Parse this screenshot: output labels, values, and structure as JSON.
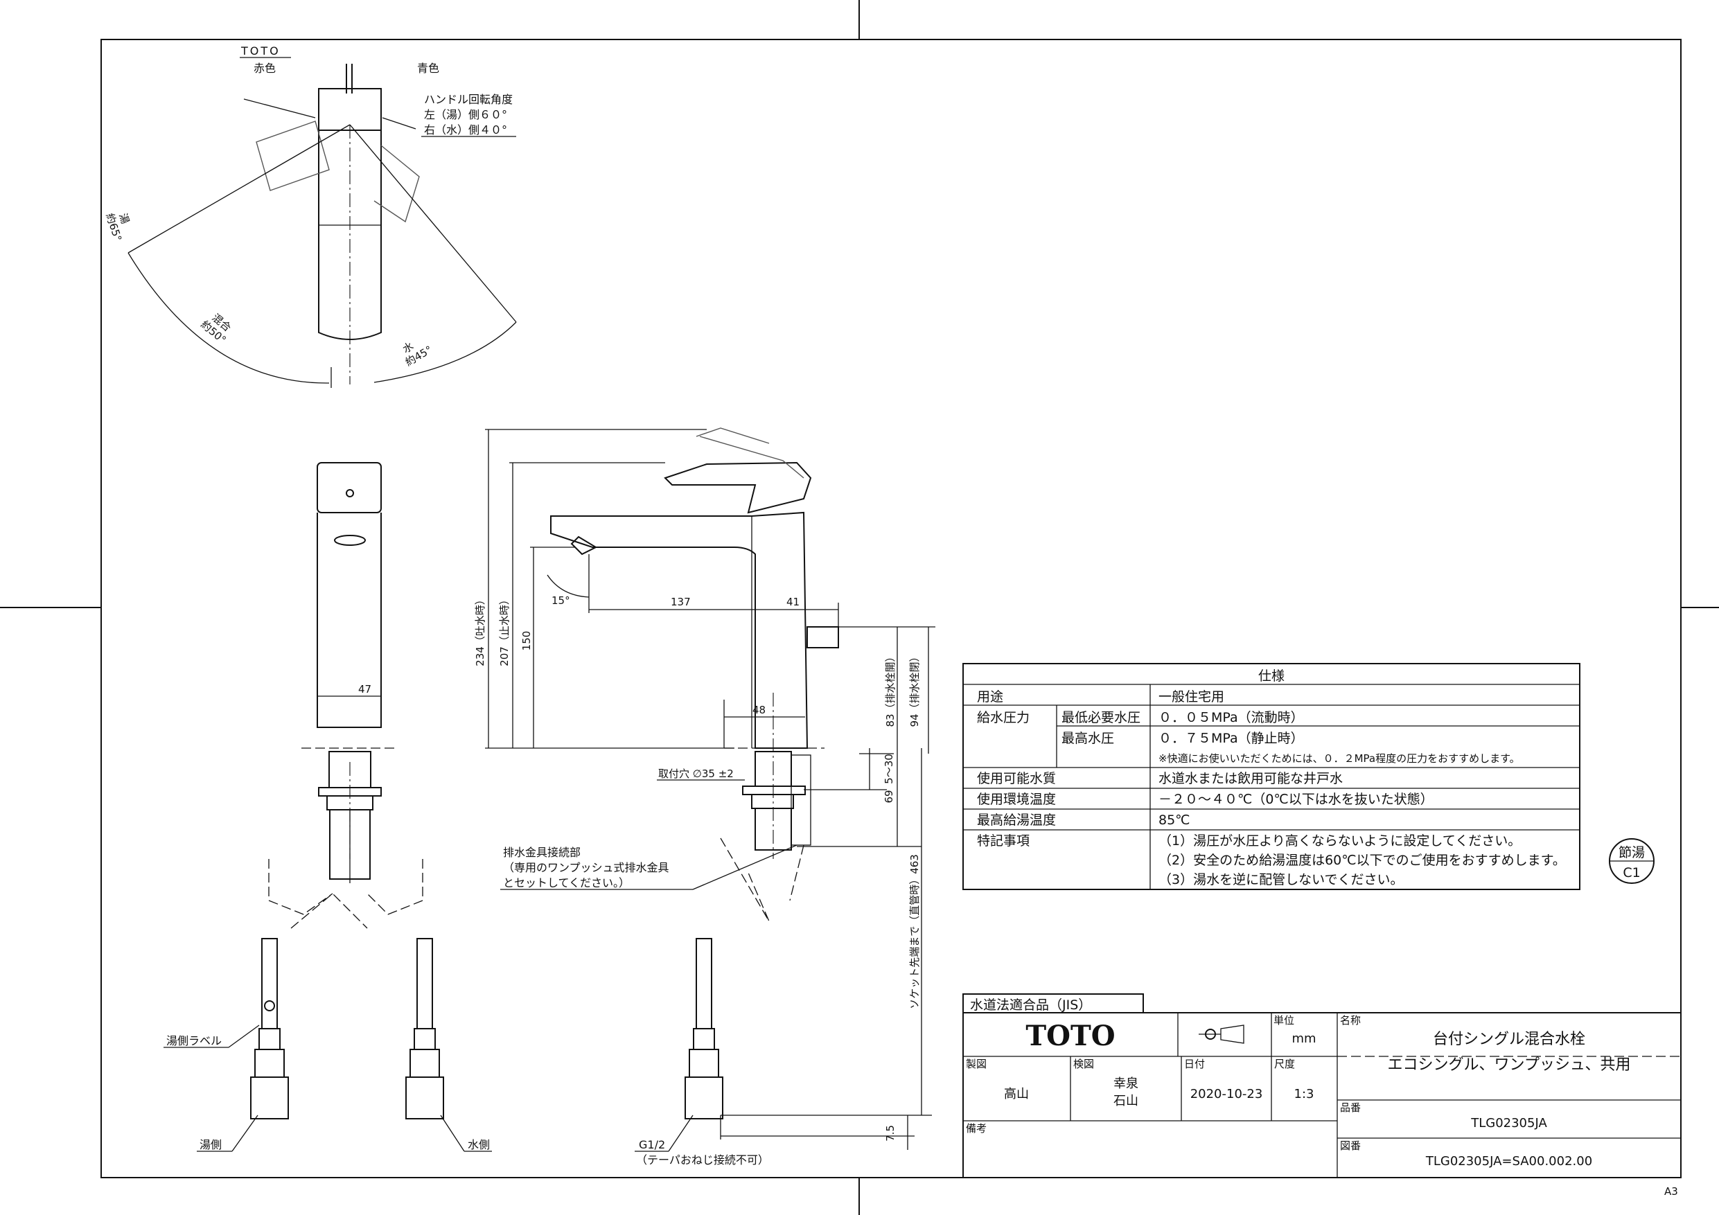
{
  "top_view": {
    "brand_mark": "TOTO",
    "red_label": "赤色",
    "blue_label": "青色",
    "rotation_title": "ハンドル回転角度",
    "rotation_left": "左（湯）側６０°",
    "rotation_right": "右（水）側４０°",
    "hot_label": "湯",
    "hot_angle": "約65°",
    "mix_label": "混合",
    "mix_angle": "約50°",
    "cold_label": "水",
    "cold_angle": "約45°"
  },
  "dimensions": {
    "d234": "234（吐水時）",
    "d207": "207（止水時）",
    "d150": "150",
    "d15deg": "15°",
    "d137": "137",
    "d41": "41",
    "d47": "47",
    "d48": "48",
    "hole": "取付穴 ∅35 ±2",
    "d5_30": "5～30",
    "d69": "69",
    "d83": "83（排水栓開）",
    "d94": "94（排水栓閉）",
    "d463": "ソケット先端まで（直管時）463",
    "d7_5": "7.5"
  },
  "callouts": {
    "drain_1": "排水金具接続部",
    "drain_2": "（専用のワンプッシュ式排水金具",
    "drain_3": "とセットしてください。）",
    "hot_label_tag": "湯側ラベル",
    "hot_side": "湯側",
    "cold_side": "水側",
    "g_thread": "G1/2",
    "g_note": "（テーパおねじ接続不可）"
  },
  "spec_table": {
    "title": "仕様",
    "use_label": "用途",
    "use_value": "一般住宅用",
    "pressure_label": "給水圧力",
    "min_label": "最低必要水圧",
    "min_value": "０．０５MPa（流動時）",
    "max_label": "最高水圧",
    "max_value": "０．７５MPa（静止時）",
    "pressure_note": "※快適にお使いいただくためには、０．２MPa程度の圧力をおすすめします。",
    "water_label": "使用可能水質",
    "water_value": "水道水または飲用可能な井戸水",
    "env_label": "使用環境温度",
    "env_value": "－２０～４０℃（0℃以下は水を抜いた状態）",
    "hot_label": "最高給湯温度",
    "hot_value": "85℃",
    "notes_label": "特記事項",
    "note1": "（1）湯圧が水圧より高くならないように設定してください。",
    "note2": "（2）安全のため給湯温度は60℃以下でのご使用をおすすめします。",
    "note3": "（3）湯水を逆に配管しないでください。"
  },
  "stamp": {
    "top": "節湯",
    "bottom": "C1"
  },
  "title_block": {
    "jis": "水道法適合品（JIS）",
    "logo": "TOTO",
    "unit_label": "単位",
    "unit_value": "mm",
    "name_label": "名称",
    "name_value": "台付シングル混合水栓",
    "subtitle": "エコシングル、ワンプッシュ、共用",
    "drawn_label": "製図",
    "drawn_value": "高山",
    "checked_label": "検図",
    "checked_value_1": "幸泉",
    "checked_value_2": "石山",
    "date_label": "日付",
    "date_value": "2020-10-23",
    "scale_label": "尺度",
    "scale_value": "1:3",
    "part_label": "品番",
    "part_value": "TLG02305JA",
    "remarks_label": "備考",
    "drawing_label": "図番",
    "drawing_value": "TLG02305JA=SA00.002.00"
  },
  "sheet_size": "A3"
}
